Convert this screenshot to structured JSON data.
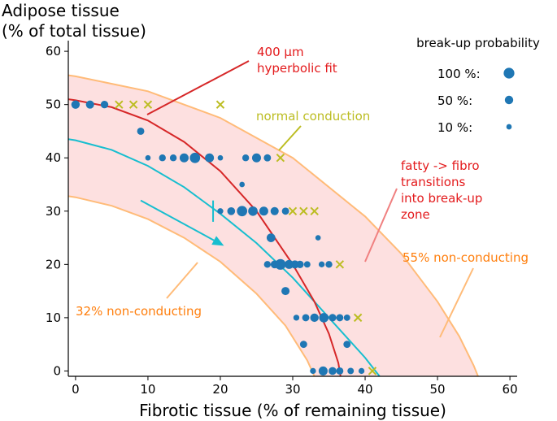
{
  "chart_data": {
    "type": "scatter",
    "ylabel_line1": "Adipose tissue",
    "ylabel_line2": "(% of total tissue)",
    "xlabel": "Fibrotic tissue (% of remaining tissue)",
    "xlim": [
      -1,
      61
    ],
    "ylim": [
      -1,
      62
    ],
    "xticks": [
      0,
      10,
      20,
      30,
      40,
      50,
      60
    ],
    "yticks": [
      0,
      10,
      20,
      30,
      40,
      50,
      60
    ],
    "grid": false,
    "legend": {
      "title": "break-up probability",
      "placement": "top-right",
      "entries": [
        {
          "label": "100 %:",
          "probability": 1.0
        },
        {
          "label": "50 %:",
          "probability": 0.5
        },
        {
          "label": "10 %:",
          "probability": 0.1
        }
      ]
    },
    "colors": {
      "points": "#1f77b4",
      "non_conducting": "#bcbd22",
      "band_fill": "#fde0e0",
      "band_edge": "#ffbb78",
      "fit": "#d62728",
      "trajectory": "#17becf",
      "orange_text": "#ff7f0e",
      "red_text": "#e31a1c"
    },
    "breakup_points": [
      {
        "x": 0,
        "y": 50,
        "p": 0.5
      },
      {
        "x": 2,
        "y": 50,
        "p": 0.45
      },
      {
        "x": 4,
        "y": 50,
        "p": 0.35
      },
      {
        "x": 9,
        "y": 45,
        "p": 0.3
      },
      {
        "x": 10,
        "y": 40,
        "p": 0.1
      },
      {
        "x": 12,
        "y": 40,
        "p": 0.25
      },
      {
        "x": 13.5,
        "y": 40,
        "p": 0.25
      },
      {
        "x": 15,
        "y": 40,
        "p": 0.6
      },
      {
        "x": 16.5,
        "y": 40,
        "p": 0.9
      },
      {
        "x": 18.5,
        "y": 40,
        "p": 0.6
      },
      {
        "x": 20,
        "y": 40,
        "p": 0.1
      },
      {
        "x": 23.5,
        "y": 40,
        "p": 0.25
      },
      {
        "x": 25,
        "y": 40,
        "p": 0.6
      },
      {
        "x": 26.5,
        "y": 40,
        "p": 0.3
      },
      {
        "x": 23,
        "y": 35,
        "p": 0.1
      },
      {
        "x": 20,
        "y": 30,
        "p": 0.15
      },
      {
        "x": 21.5,
        "y": 30,
        "p": 0.4
      },
      {
        "x": 23,
        "y": 30,
        "p": 0.9
      },
      {
        "x": 24.5,
        "y": 30,
        "p": 0.7
      },
      {
        "x": 26,
        "y": 30,
        "p": 0.6
      },
      {
        "x": 27.5,
        "y": 30,
        "p": 0.45
      },
      {
        "x": 29,
        "y": 30,
        "p": 0.3
      },
      {
        "x": 27,
        "y": 25,
        "p": 0.55
      },
      {
        "x": 33.5,
        "y": 25,
        "p": 0.1
      },
      {
        "x": 26.5,
        "y": 20,
        "p": 0.25
      },
      {
        "x": 27.5,
        "y": 20,
        "p": 0.4
      },
      {
        "x": 28.3,
        "y": 20,
        "p": 1.0
      },
      {
        "x": 29.5,
        "y": 20,
        "p": 0.6
      },
      {
        "x": 30.3,
        "y": 20,
        "p": 0.45
      },
      {
        "x": 31,
        "y": 20,
        "p": 0.35
      },
      {
        "x": 32,
        "y": 20,
        "p": 0.2
      },
      {
        "x": 34,
        "y": 20,
        "p": 0.15
      },
      {
        "x": 35,
        "y": 20,
        "p": 0.25
      },
      {
        "x": 29,
        "y": 15,
        "p": 0.45
      },
      {
        "x": 30.5,
        "y": 10,
        "p": 0.15
      },
      {
        "x": 31.8,
        "y": 10,
        "p": 0.3
      },
      {
        "x": 33,
        "y": 10,
        "p": 0.5
      },
      {
        "x": 34.3,
        "y": 10,
        "p": 0.7
      },
      {
        "x": 35.5,
        "y": 10,
        "p": 0.35
      },
      {
        "x": 36.5,
        "y": 10,
        "p": 0.3
      },
      {
        "x": 37.5,
        "y": 10,
        "p": 0.2
      },
      {
        "x": 31.5,
        "y": 5,
        "p": 0.3
      },
      {
        "x": 37.5,
        "y": 5,
        "p": 0.3
      },
      {
        "x": 32.8,
        "y": 0,
        "p": 0.15
      },
      {
        "x": 34.2,
        "y": 0,
        "p": 0.6
      },
      {
        "x": 35.5,
        "y": 0,
        "p": 0.4
      },
      {
        "x": 36.5,
        "y": 0,
        "p": 0.3
      },
      {
        "x": 38,
        "y": 0,
        "p": 0.2
      },
      {
        "x": 39.5,
        "y": 0,
        "p": 0.15
      }
    ],
    "non_conducting_points": [
      {
        "x": 6,
        "y": 50
      },
      {
        "x": 8,
        "y": 50
      },
      {
        "x": 10,
        "y": 50
      },
      {
        "x": 20,
        "y": 50
      },
      {
        "x": 28.3,
        "y": 40
      },
      {
        "x": 30,
        "y": 30
      },
      {
        "x": 31.5,
        "y": 30
      },
      {
        "x": 33,
        "y": 30
      },
      {
        "x": 36.5,
        "y": 20
      },
      {
        "x": 39,
        "y": 10
      },
      {
        "x": 41,
        "y": 0
      }
    ],
    "fit_curve": [
      {
        "x": -1,
        "y": 51
      },
      {
        "x": 0,
        "y": 50.8
      },
      {
        "x": 5,
        "y": 49.5
      },
      {
        "x": 10,
        "y": 47
      },
      {
        "x": 15,
        "y": 43
      },
      {
        "x": 20,
        "y": 37.5
      },
      {
        "x": 25,
        "y": 30
      },
      {
        "x": 30,
        "y": 20
      },
      {
        "x": 33,
        "y": 13
      },
      {
        "x": 35,
        "y": 7
      },
      {
        "x": 36.3,
        "y": 1.5
      },
      {
        "x": 36.6,
        "y": -1
      }
    ],
    "trajectory_curve": [
      {
        "x": -1,
        "y": 43.5
      },
      {
        "x": 0,
        "y": 43.3
      },
      {
        "x": 5,
        "y": 41.5
      },
      {
        "x": 10,
        "y": 38.5
      },
      {
        "x": 15,
        "y": 34.5
      },
      {
        "x": 20,
        "y": 29.5
      },
      {
        "x": 25,
        "y": 24
      },
      {
        "x": 30,
        "y": 17.5
      },
      {
        "x": 35,
        "y": 10
      },
      {
        "x": 40,
        "y": 2.5
      },
      {
        "x": 42,
        "y": -1
      }
    ],
    "band_upper": [
      {
        "x": -1,
        "y": 55.5
      },
      {
        "x": 0,
        "y": 55.3
      },
      {
        "x": 10,
        "y": 52.5
      },
      {
        "x": 20,
        "y": 47.5
      },
      {
        "x": 30,
        "y": 40
      },
      {
        "x": 40,
        "y": 29
      },
      {
        "x": 45,
        "y": 22
      },
      {
        "x": 50,
        "y": 13
      },
      {
        "x": 53,
        "y": 6.5
      },
      {
        "x": 55,
        "y": 1
      },
      {
        "x": 55.6,
        "y": -1
      }
    ],
    "band_lower": [
      {
        "x": -1,
        "y": 32.8
      },
      {
        "x": 0,
        "y": 32.6
      },
      {
        "x": 5,
        "y": 31
      },
      {
        "x": 10,
        "y": 28.5
      },
      {
        "x": 15,
        "y": 25
      },
      {
        "x": 20,
        "y": 20.5
      },
      {
        "x": 25,
        "y": 14.5
      },
      {
        "x": 29,
        "y": 8.5
      },
      {
        "x": 32,
        "y": 2
      },
      {
        "x": 33,
        "y": -1
      }
    ],
    "arrow": {
      "from": {
        "x": 9,
        "y": 32
      },
      "to": {
        "x": 20.5,
        "y": 23.5
      }
    },
    "tick_mark": {
      "x": 19,
      "y1": 28,
      "y2": 32
    },
    "annotations": {
      "fit_label_line1": "400 µm",
      "fit_label_line2": "hyperbolic fit",
      "normal_conduction": "normal conduction",
      "transition_line1": "fatty -> fibro",
      "transition_line2": "transitions",
      "transition_line3": "into break-up",
      "transition_line4": "zone",
      "upper_band_label": "55% non-conducting",
      "lower_band_label": "32% non-conducting"
    }
  }
}
